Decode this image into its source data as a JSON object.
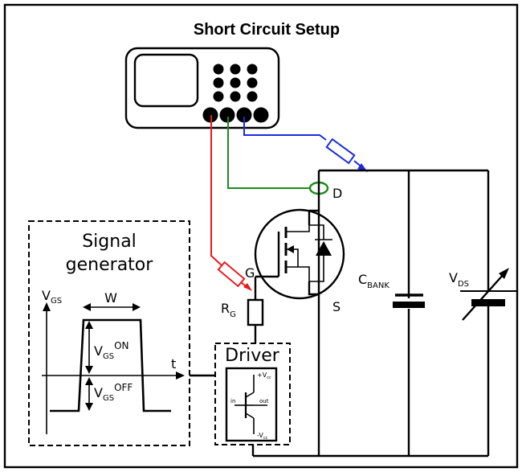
{
  "title": "Short Circuit Setup",
  "signal_generator": {
    "line1": "Signal",
    "line2": "generator",
    "v_main": "V",
    "v_sub": "GS",
    "w_label": "W",
    "t_label": "t",
    "on_main": "V",
    "on_sub": "GS",
    "on_sup": "ON",
    "off_main": "V",
    "off_sub": "GS",
    "off_sup": "OFF"
  },
  "driver": {
    "label": "Driver",
    "vcc_plus": "+V",
    "vcc_minus": "-V",
    "vcc_sub": "cc",
    "in_label": "in",
    "out_label": "out"
  },
  "mosfet": {
    "drain": "D",
    "gate": "G",
    "source": "S"
  },
  "gate_resistor": {
    "main": "R",
    "sub": "G"
  },
  "capacitor": {
    "main": "C",
    "sub": "BANK"
  },
  "supply": {
    "main": "V",
    "sub": "DS"
  },
  "colors": {
    "probe_red": "#e8191d",
    "probe_green": "#1c8a1c",
    "probe_blue": "#1a2bdc",
    "outline": "#000000"
  }
}
